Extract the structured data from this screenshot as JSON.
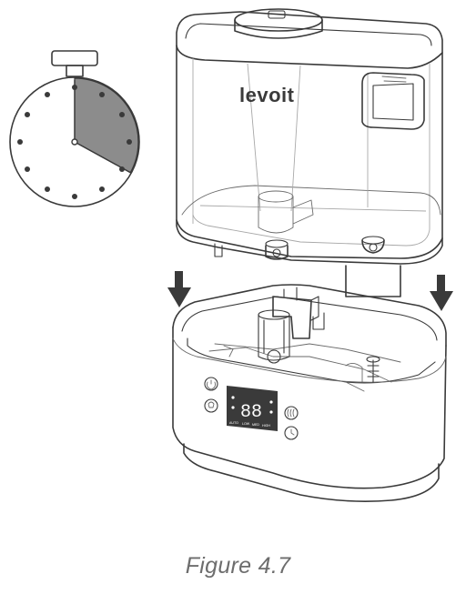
{
  "figure": {
    "caption": "Figure 4.7",
    "brand_logo_text": "levoit",
    "display_digits": "88",
    "display_labels": [
      "AUTO",
      "LOW",
      "MED",
      "HIGH"
    ],
    "arrow_count": 2
  },
  "timer": {
    "shaded_fraction": 0.33,
    "tick_count": 12
  },
  "colors": {
    "line": "#3a3a3a",
    "timer_shade": "#8c8c8c",
    "display_bg": "#3a3a3a",
    "display_fg": "#ffffff",
    "caption": "#6d6d6d"
  }
}
